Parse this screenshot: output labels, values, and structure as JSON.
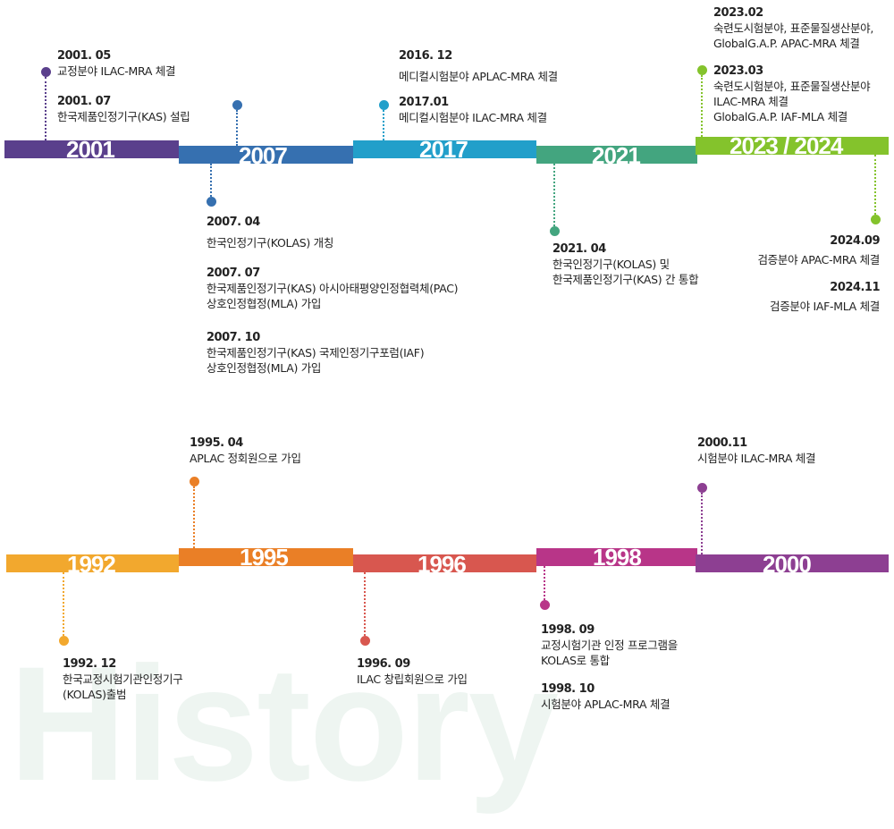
{
  "watermark": "History",
  "colors": {
    "y2001": "#5a3f8c",
    "y2007": "#3670b0",
    "y2017": "#229fca",
    "y2021": "#43a57f",
    "y2023": "#84c32c",
    "y1992": "#f2a82e",
    "y1995": "#ea7f26",
    "y1996": "#d8574f",
    "y1998": "#b83588",
    "y2000": "#8d3f92"
  },
  "years": {
    "y2001": "2001",
    "y2007": "2007",
    "y2017": "2017",
    "y2021": "2021",
    "y2023": "2023 / 2024",
    "y1992": "1992",
    "y1995": "1995",
    "y1996": "1996",
    "y1998": "1998",
    "y2000": "2000"
  },
  "events": {
    "e2001_05": {
      "date": "2001. 05",
      "text": "교정분야 ILAC-MRA 체결"
    },
    "e2001_07": {
      "date": "2001. 07",
      "text": "한국제품인정기구(KAS) 설립"
    },
    "e2007_04": {
      "date": "2007. 04",
      "text": "한국인정기구(KOLAS) 개칭"
    },
    "e2007_07": {
      "date": "2007. 07",
      "text1": "한국제품인정기구(KAS) 아시아태평양인정협력체(PAC)",
      "text2": "상호인정협정(MLA) 가입"
    },
    "e2007_10": {
      "date": "2007. 10",
      "text1": "한국제품인정기구(KAS) 국제인정기구포럼(IAF)",
      "text2": "상호인정협정(MLA) 가입"
    },
    "e2016_12": {
      "date": "2016. 12",
      "text": "메디컬시험분야 APLAC-MRA 체결"
    },
    "e2017_01": {
      "date": "2017.01",
      "text": "메디컬시험분야 ILAC-MRA 체결"
    },
    "e2021_04": {
      "date": "2021. 04",
      "text1": "한국인정기구(KOLAS) 및",
      "text2": "한국제품인정기구(KAS) 간 통합"
    },
    "e2023_02": {
      "date": "2023.02",
      "text1": "숙련도시험분야, 표준물질생산분야,",
      "text2": "GlobalG.A.P. APAC-MRA 체결"
    },
    "e2023_03": {
      "date": "2023.03",
      "text1": "숙련도시험분야, 표준물질생산분야",
      "text2": "ILAC-MRA 체결",
      "text3": "GlobalG.A.P. IAF-MLA 체결"
    },
    "e2024_09": {
      "date": "2024.09",
      "text": "검증분야 APAC-MRA 체결"
    },
    "e2024_11": {
      "date": "2024.11",
      "text": "검증분야 IAF-MLA 체결"
    },
    "e1992_12": {
      "date": "1992. 12",
      "text1": "한국교정시험기관인정기구",
      "text2": "(KOLAS)출범"
    },
    "e1995_04": {
      "date": "1995. 04",
      "text": "APLAC 정회원으로 가입"
    },
    "e1996_09": {
      "date": "1996. 09",
      "text": "ILAC 창립회원으로 가입"
    },
    "e1998_09": {
      "date": "1998. 09",
      "text1": "교정시험기관 인정 프로그램을",
      "text2": "KOLAS로 통합"
    },
    "e1998_10": {
      "date": "1998. 10",
      "text": "시험분야 APLAC-MRA 체결"
    },
    "e2000_11": {
      "date": "2000.11",
      "text": "시험분야 ILAC-MRA 체결"
    }
  }
}
